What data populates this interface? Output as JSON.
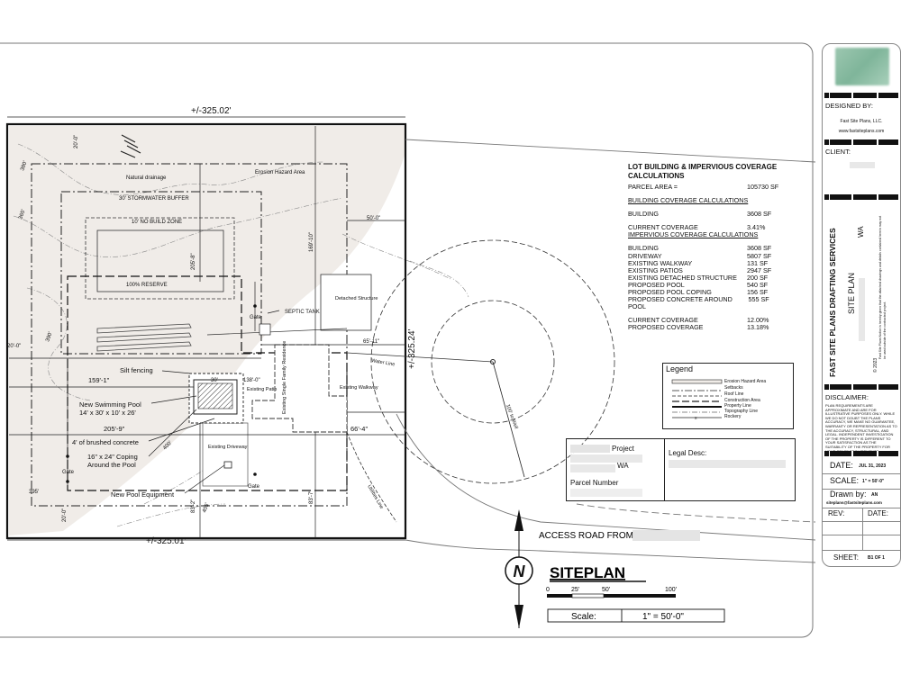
{
  "site": {
    "dim_top": "+/-325.02'",
    "dim_bottom": "+/-325.01'",
    "dim_right": "+/-325.24'",
    "labels": {
      "natural_drainage": "Natural drainage",
      "erosion_area": "Erosion Hazard Area",
      "stormwater": "30' STORMWATER BUFFER",
      "no_build": "10' NO BUILD ZONE",
      "reserve": "100% RESERVE",
      "detached": "Detached Structure",
      "septic": "SEPTIC TANK",
      "gate": "Gate",
      "silt": "Silt fencing",
      "pool": "New Swimming Pool",
      "pool_size": "14' x 30' x 10' x 26'",
      "concrete": "4' of brushed concrete",
      "coping": "16\" x 24\" Coping",
      "coping2": "Around the Pool",
      "equipment": "New Pool Equipment",
      "existing_patio": "Existing Patio",
      "residence": "Existing Single Family Residence",
      "walkway": "Existing Walkway",
      "driveway": "Existing Driveway",
      "water_line": "Water Line",
      "well": "100' to Well",
      "utilities": "Utilities Line"
    },
    "dims": {
      "d20a": "20'-0\"",
      "d205_8": "205'-8\"",
      "d169": "169'-10\"",
      "d50": "50'-0\"",
      "d20b": "20'-0\"",
      "d65": "65'-11\"",
      "d159": "159'-1\"",
      "d205_9": "205'-9\"",
      "d66": "66'-4\"",
      "d83": "83'-2\"",
      "d83b": "83'-7\"",
      "d20c": "20'-0\"",
      "d380a": "380'",
      "d365": "365'",
      "d390a": "390'",
      "d395": "395'",
      "d400": "400'",
      "d138": "138'-0\"",
      "d30": "30'",
      "d405": "405'"
    },
    "access_road": "ACCESS ROAD FROM",
    "title": "SITEPLAN",
    "scale_ticks": [
      "0",
      "25'",
      "50'",
      "100'"
    ],
    "scale_label": "Scale:",
    "scale_value": "1\" = 50'-0\"",
    "north": "N"
  },
  "calc": {
    "title": "LOT BUILDING & IMPERVIOUS COVERAGE CALCULATIONS",
    "parcel_label": "PARCEL AREA =",
    "parcel_value": "105730 SF",
    "bldg_heading": "BUILDING COVERAGE CALCULATIONS",
    "bldg_rows": [
      {
        "label": "BUILDING",
        "value": "3608 SF"
      },
      {
        "label": "CURRENT COVERAGE",
        "value": "3.41%"
      }
    ],
    "imp_heading": "IMPERVIOUS COVERAGE CALCULATIONS",
    "imp_rows": [
      {
        "label": "BUILDING",
        "value": "3608 SF"
      },
      {
        "label": "DRIVEWAY",
        "value": "5807 SF"
      },
      {
        "label": "EXISTING WALKWAY",
        "value": "131 SF"
      },
      {
        "label": "EXISTING PATIOS",
        "value": "2947 SF"
      },
      {
        "label": "EXISTING DETACHED STRUCTURE",
        "value": "200 SF"
      },
      {
        "label": "PROPOSED POOL",
        "value": "540 SF"
      },
      {
        "label": "PROPOSED POOL COPING",
        "value": "156 SF"
      },
      {
        "label": "PROPOSED CONCRETE AROUND POOL",
        "value": "555 SF"
      }
    ],
    "cov_rows": [
      {
        "label": "CURRENT COVERAGE",
        "value": "12.00%"
      },
      {
        "label": "PROPOSED COVERAGE",
        "value": "13.18%"
      }
    ]
  },
  "legend": {
    "title": "Legend",
    "items": [
      "Erosion Hazard Area",
      "Setbacks",
      "Roof Line",
      "Construction Area",
      "Property Line",
      "Topography Line",
      "Rockery"
    ]
  },
  "project": {
    "project_label": "Project",
    "state": "WA",
    "parcel_label": "Parcel Number",
    "legal_label": "Legal Desc:"
  },
  "titleblock": {
    "designed_by": "DESIGNED BY:",
    "company": "Fast Site Plans, LLC.",
    "website": "www.fastsiteplans.com",
    "client": "CLIENT:",
    "services": "FAST SITE PLANS DRAFTING SERVICES",
    "site_plan": "SITE PLAN",
    "state": "WA",
    "copyright": "© 2023",
    "notice": "Fast Site Plans Notice is hereby given that the attached drawings and details contained herein may not be used outside of the contracted project.",
    "disclaimer": "DISCLAIMER:",
    "disclaimer_text": "PLAN REQUIREMENTS ARE APPROXIMATE AND ARE FOR ILLUSTRATIVE PURPOSES ONLY. WHILE WE DO NOT DOUBT THE PLANS ACCURACY, WE MAKE NO GUARANTEE, WARRANTY OR REPRESENTATION AS TO THE ACCURACY, STRUCTURAL, AND LEGAL. INDEPENDENT INVESTIGATION OF THE PROPERTY IS DIFFERENT TO YOUR SATISFACTION AS THE SUITABILITY OF THE PROPERTY FOR YOUR SPACE REQUIREMENTS.",
    "date_label": "DATE:",
    "date_value": "JUL 31, 2023",
    "scale_label": "SCALE:",
    "scale_value": "1\" = 50'-0\"",
    "drawn_label": "Drawn by:",
    "drawn_value": "AN",
    "email": "siteplans@fastsiteplans.com",
    "rev_label": "REV:",
    "rev_date_label": "DATE:",
    "sheet_label": "SHEET:",
    "sheet_value": "B1 OF 1"
  }
}
